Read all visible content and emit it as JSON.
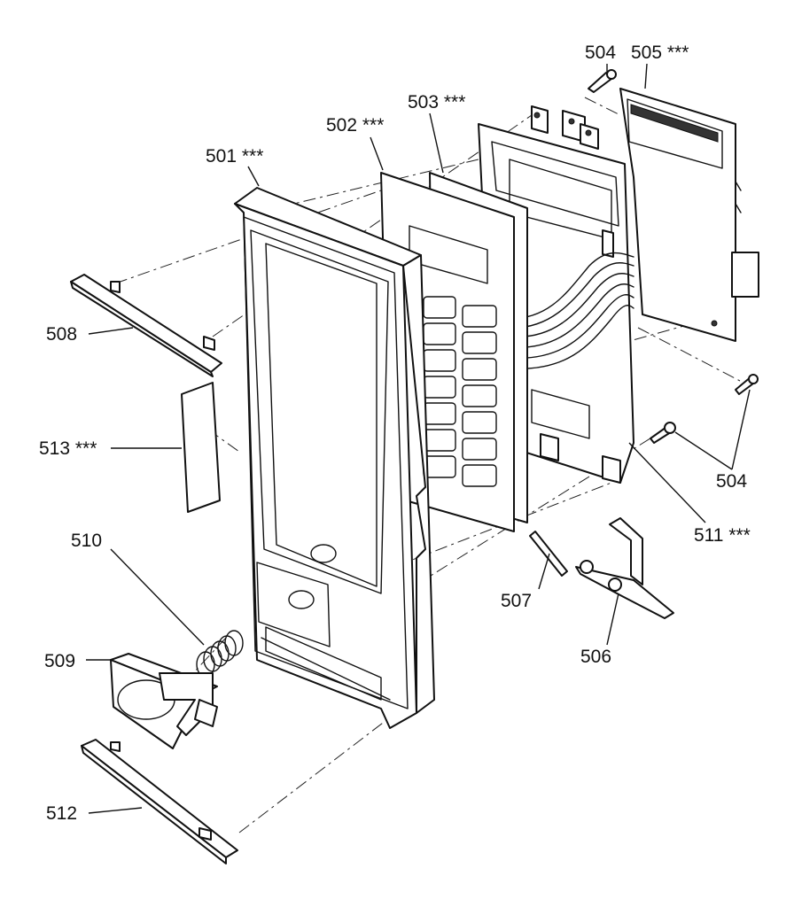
{
  "parts": [
    {
      "id": "501",
      "text": "501 ***"
    },
    {
      "id": "502",
      "text": "502 ***"
    },
    {
      "id": "503",
      "text": "503 ***"
    },
    {
      "id": "504a",
      "text": "504"
    },
    {
      "id": "505",
      "text": "505 ***"
    },
    {
      "id": "508",
      "text": "508"
    },
    {
      "id": "513",
      "text": "513 ***"
    },
    {
      "id": "510",
      "text": "510"
    },
    {
      "id": "509",
      "text": "509"
    },
    {
      "id": "512",
      "text": "512"
    },
    {
      "id": "507",
      "text": "507"
    },
    {
      "id": "506",
      "text": "506"
    },
    {
      "id": "504b",
      "text": "504"
    },
    {
      "id": "511",
      "text": "511 ***"
    }
  ]
}
